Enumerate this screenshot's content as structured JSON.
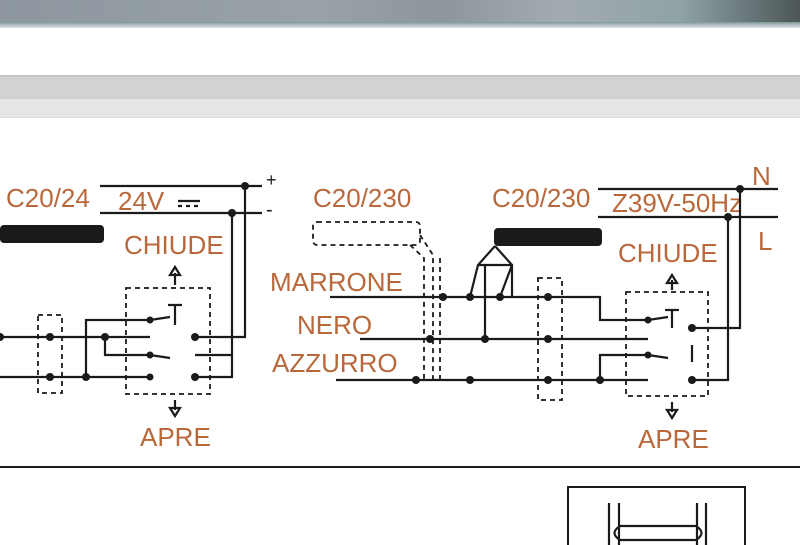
{
  "left": {
    "model": "C20/24",
    "voltage": "24V",
    "plus": "+",
    "minus": "-",
    "close": "CHIUDE",
    "open": "APRE"
  },
  "middle": {
    "model": "C20/230",
    "wire1": "MARRONE",
    "wire2": "NERO",
    "wire3": "AZZURRO"
  },
  "right": {
    "model": "C20/230",
    "voltage": "Z39V-50Hz",
    "neutral": "N",
    "line": "L",
    "close": "CHIUDE",
    "open": "APRE"
  }
}
